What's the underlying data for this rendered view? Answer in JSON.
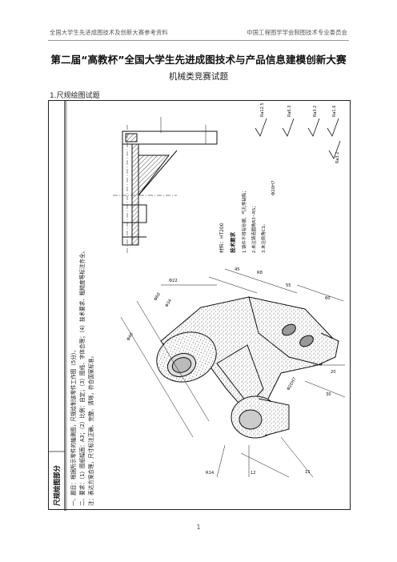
{
  "header": {
    "left": "全国大学生先进成图技术及创新大赛参考资料",
    "right": "中国工程图学学会制图技术专业委员会"
  },
  "title": "第二届“高教杯”全国大学生先进成图技术与产品信息建模创新大赛",
  "subtitle": "机械类竞赛试题",
  "section": "1.尺规绘图试题",
  "frame": {
    "part_label": "尺规绘图部分",
    "task_line1": "一、题目：根据所示零件的轴测图，尺规绘制该零件工作图（5分）。",
    "task_line2": "二、要求：（1）图纸幅面：A3；（2）比例：自定；（3）图线、字体合理；（4）技术要求、粗糙度等标注齐全。",
    "task_line3": "注：表达方案合理，尺寸标注正确、完整、清晰，符合国家标准。",
    "material": "材料：HT200",
    "tech_req_title": "技术要求",
    "tech_req_1": "1.铸件不得有砂眼、气孔等缺陷；",
    "tech_req_2": "2.未注铸造圆角R3~R5；",
    "tech_req_3": "3.未注倒角C1。",
    "fit_note": "Φ20H7",
    "roughness": [
      "Ra12.5",
      "Ra6.3",
      "Ra3.2",
      "Ra1.6",
      "Ra3.2"
    ],
    "dims": [
      "Φ60",
      "Φ34",
      "Φ22",
      "Φ20H7",
      "R8",
      "45",
      "55",
      "60",
      "20",
      "30",
      "15",
      "12",
      "R14",
      "Φ40"
    ],
    "page_number": "1"
  }
}
